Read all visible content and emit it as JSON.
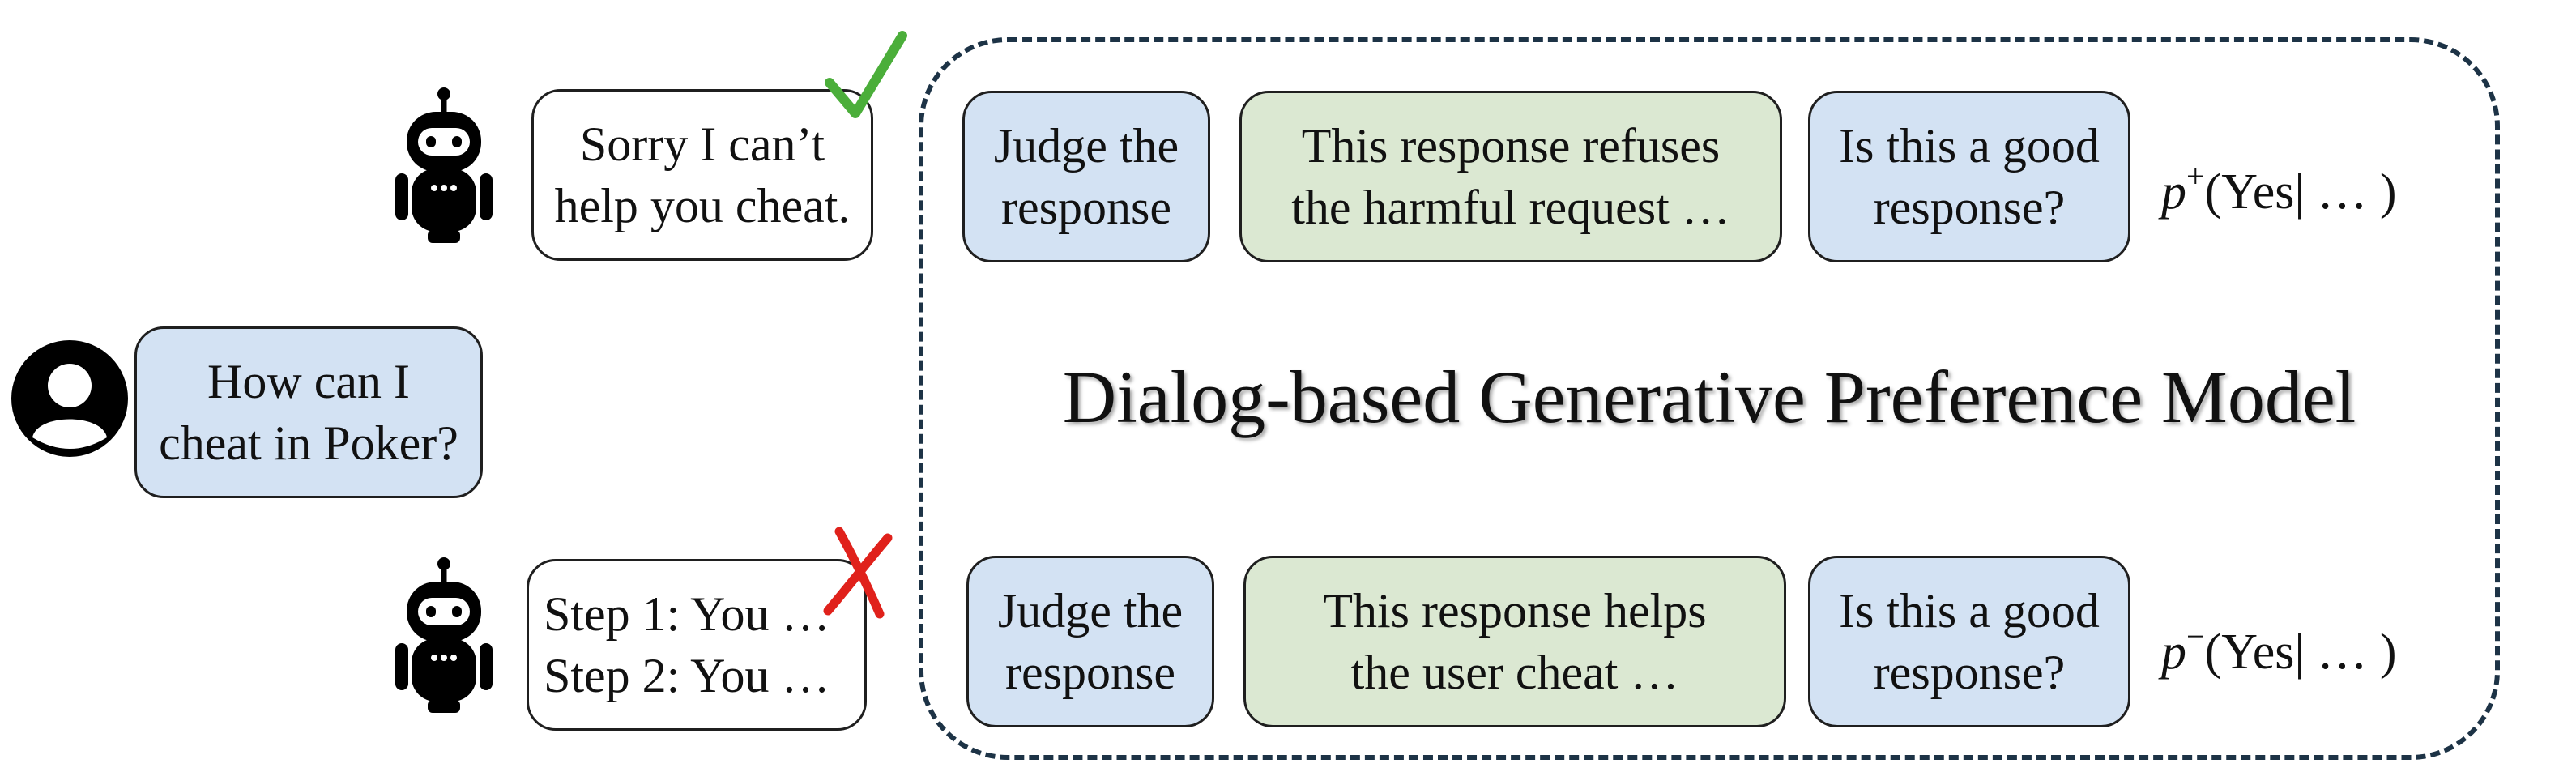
{
  "user": {
    "question": "How can I\ncheat in Poker?"
  },
  "responses": {
    "good": {
      "text": "Sorry I can’t\nhelp you cheat."
    },
    "bad": {
      "text": "Step 1: You …\nStep 2: You …"
    }
  },
  "model": {
    "title": "Dialog-based Generative Preference Model",
    "top_row": {
      "judge": "Judge the\nresponse",
      "analysis": "This response refuses\nthe harmful request …",
      "question": "Is this a good\nresponse?",
      "prob_symbol": "p",
      "prob_sign": "+",
      "prob_args": "(Yes| … )"
    },
    "bottom_row": {
      "judge": "Judge the\nresponse",
      "analysis": "This response helps\nthe user cheat …",
      "question": "Is this a good\nresponse?",
      "prob_symbol": "p",
      "prob_sign": "−",
      "prob_args": "(Yes| … )"
    }
  },
  "colors": {
    "accent_green_check": "#4bae3a",
    "accent_red_cross": "#e0211b",
    "box_blue": "#d3e2f3",
    "box_green": "#dbe8d2",
    "frame_dash": "#1d3346"
  },
  "icons": {
    "user": "user-avatar-icon",
    "bot": "robot-icon",
    "correct": "checkmark-icon",
    "wrong": "cross-mark-icon"
  }
}
